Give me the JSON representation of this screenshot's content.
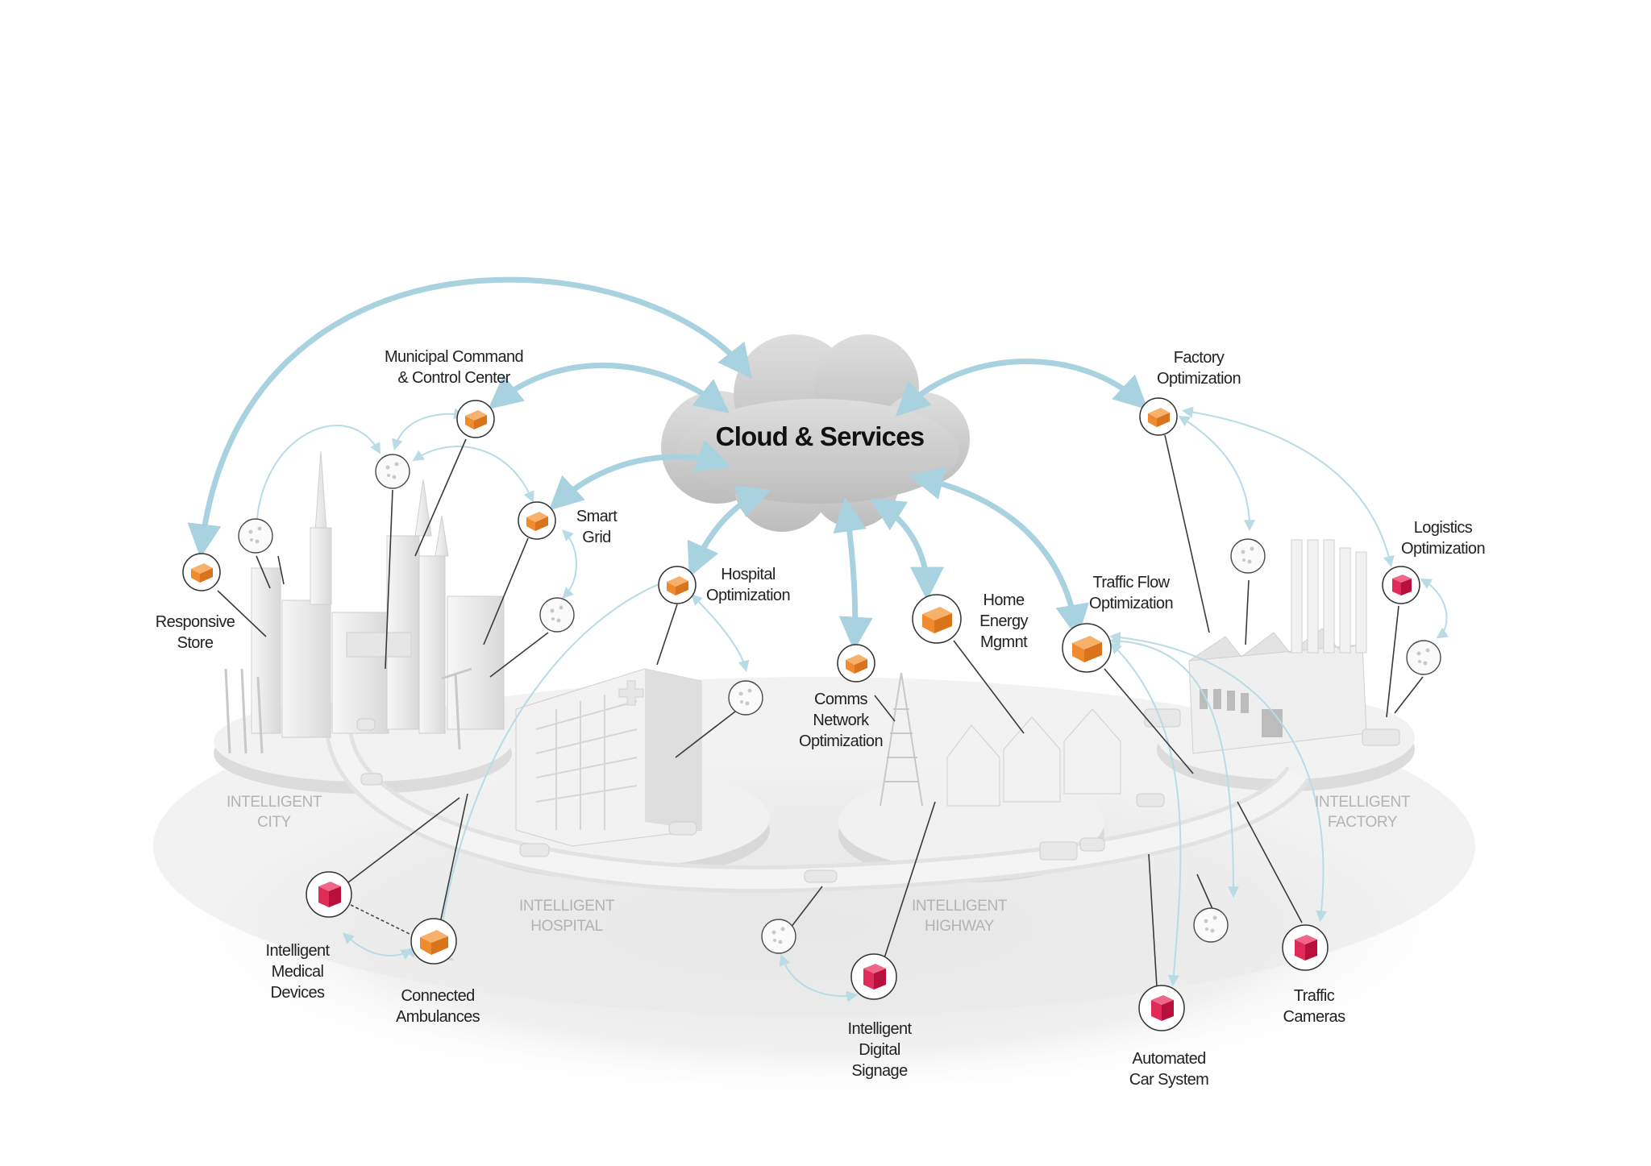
{
  "cloud": {
    "title": "Cloud & Services"
  },
  "zones": {
    "city": [
      "INTELLIGENT",
      "CITY"
    ],
    "hospital": [
      "INTELLIGENT",
      "HOSPITAL"
    ],
    "highway": [
      "INTELLIGENT",
      "HIGHWAY"
    ],
    "factory": [
      "INTELLIGENT",
      "FACTORY"
    ]
  },
  "nodes": {
    "municipal": {
      "lines": [
        "Municipal Command",
        "& Control Center"
      ]
    },
    "responsive_store": {
      "lines": [
        "Responsive",
        "Store"
      ]
    },
    "smart_grid": {
      "lines": [
        "Smart",
        "Grid"
      ]
    },
    "hospital_optimization": {
      "lines": [
        "Hospital",
        "Optimization"
      ]
    },
    "comms_network": {
      "lines": [
        "Comms",
        "Network",
        "Optimization"
      ]
    },
    "home_energy": {
      "lines": [
        "Home",
        "Energy",
        "Mgmnt"
      ]
    },
    "traffic_flow": {
      "lines": [
        "Traffic Flow",
        "Optimization"
      ]
    },
    "factory_optimization": {
      "lines": [
        "Factory",
        "Optimization"
      ]
    },
    "logistics": {
      "lines": [
        "Logistics",
        "Optimization"
      ]
    },
    "medical_devices": {
      "lines": [
        "Intelligent",
        "Medical",
        "Devices"
      ]
    },
    "ambulances": {
      "lines": [
        "Connected",
        "Ambulances"
      ]
    },
    "digital_signage": {
      "lines": [
        "Intelligent",
        "Digital",
        "Signage"
      ]
    },
    "car_system": {
      "lines": [
        "Automated",
        "Car System"
      ]
    },
    "traffic_cameras": {
      "lines": [
        "Traffic",
        "Cameras"
      ]
    }
  },
  "colors": {
    "arrow": "#a9d2e0",
    "gateway_cube": "#f08a2c",
    "device_cube": "#d81b4d",
    "cloud": "#c9c9c9",
    "platform": "#ececec"
  },
  "icons": {
    "gateway": "orange-cube-icon",
    "device": "red-cube-icon",
    "sensor": "sensor-dots-icon"
  }
}
